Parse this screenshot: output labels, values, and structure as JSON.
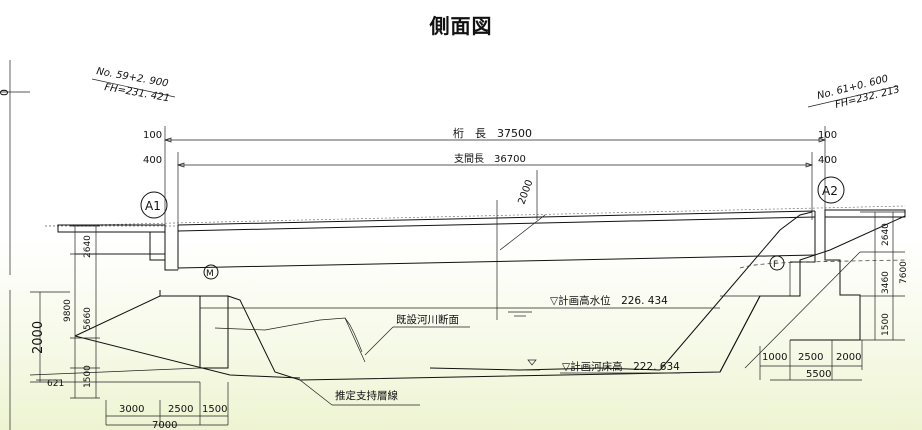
{
  "title": "側面図",
  "stations": {
    "left": {
      "no": "No. 59+2. 900",
      "fh": "FH=231. 421"
    },
    "right": {
      "no": "No. 61+0. 600",
      "fh": "FH=232. 213"
    }
  },
  "dims": {
    "d100_left": "100",
    "d400_left": "400",
    "d100_right": "100",
    "d400_right": "400",
    "girder_length": "桁　長　37500",
    "span_length": "支間長　36700",
    "d2000_diag": "2000",
    "d2640_left": "2640",
    "d9800": "9800",
    "d5660": "5660",
    "d1500_left": "1500",
    "d621": "621",
    "d2000_big": "2000",
    "d3000": "3000",
    "d2500_left": "2500",
    "d1500_bottom": "1500",
    "d7000": "7000",
    "d1000_right": "1000",
    "d2500_right": "2500",
    "d2000_right": "2000",
    "d5500": "5500",
    "d2640_right": "2640",
    "d3460": "3460",
    "d7600": "7600",
    "d1500_right": "1500",
    "d0_partial": "0"
  },
  "abutments": {
    "left": "A1",
    "right": "A2"
  },
  "bearings": {
    "fixed": "M",
    "free": "F"
  },
  "labels": {
    "hwl": "▽計画高水位　226. 434",
    "riverbed": "▽計画河床高　222. 634",
    "existing_section": "既設河川断面",
    "support_layer": "推定支持層線"
  }
}
